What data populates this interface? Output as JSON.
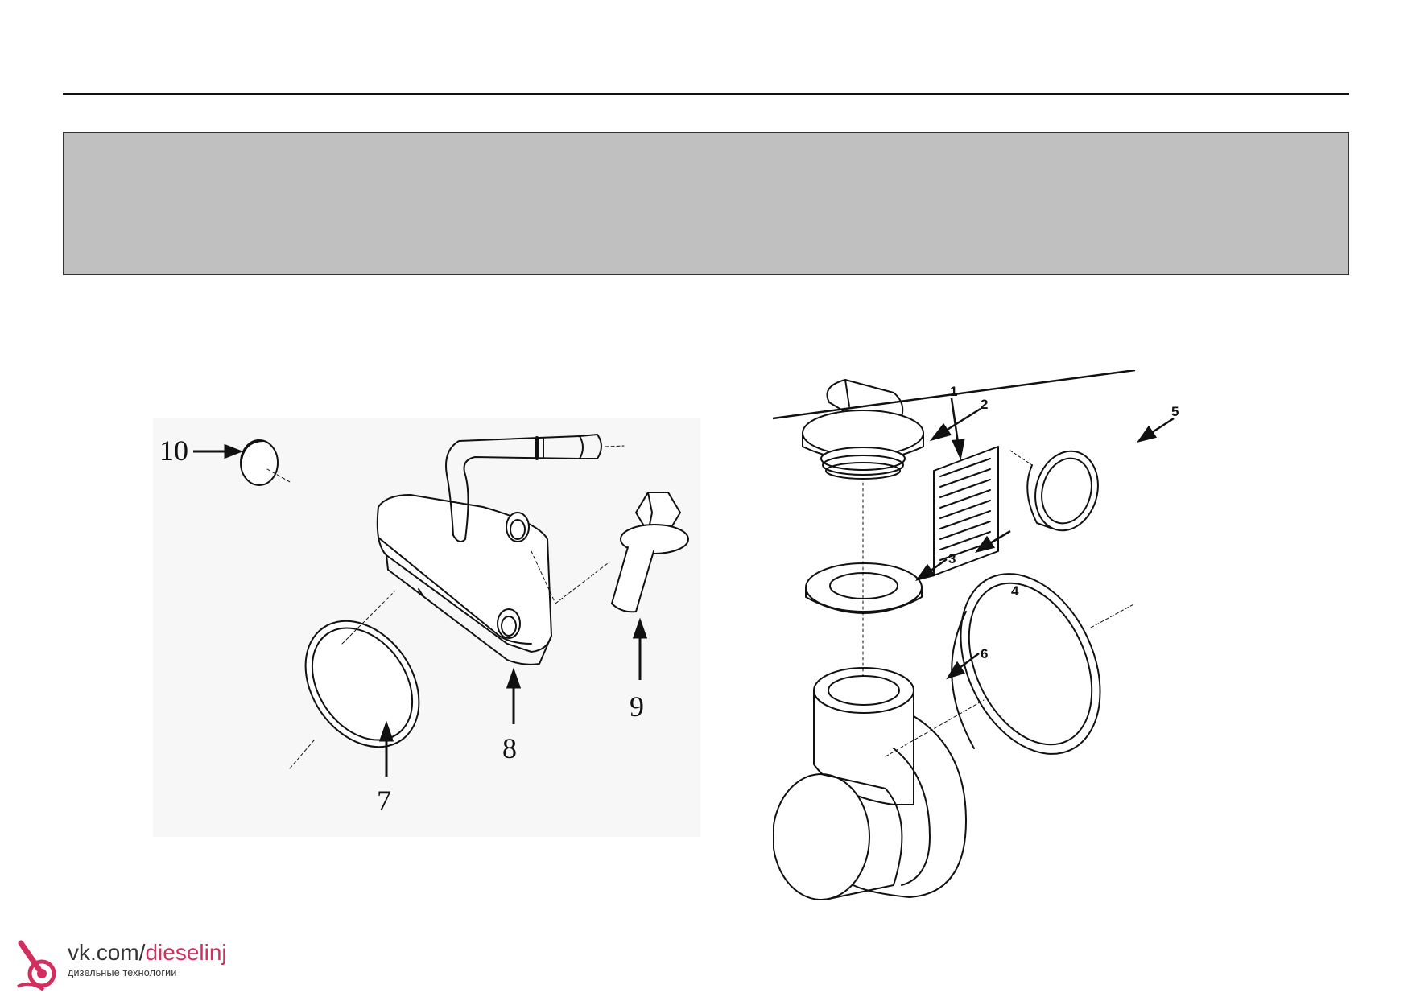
{
  "left_callouts": {
    "c10": "10",
    "c9": "9",
    "c8": "8",
    "c7": "7"
  },
  "right_callouts": {
    "c1": "1",
    "c2": "2",
    "c3": "3",
    "c4": "4",
    "c5": "5",
    "c6": "6"
  },
  "watermark": {
    "prefix": "vk.com/",
    "accent": "dieselinj",
    "subtitle": "дизельные технологии"
  },
  "colors": {
    "header_band": "#c0c0c0",
    "line_art": "#111111",
    "watermark_accent": "#d32f5e"
  }
}
